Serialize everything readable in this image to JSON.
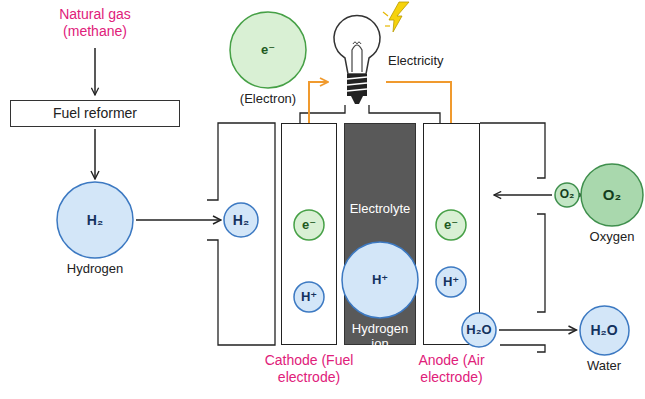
{
  "diagram": {
    "nodes": [
      {
        "text": [
          "Fuel reformer"
        ]
      },
      {
        "text": [
          "H₂",
          "Hydrogen"
        ]
      },
      {
        "text": [
          "e⁻",
          "(Electron)"
        ]
      },
      {
        "text": [
          "Electricity"
        ]
      },
      {
        "text": [
          "H₂"
        ]
      },
      {
        "text": [
          "Cathode (Fuel electrode)"
        ]
      },
      {
        "text": [
          "e⁻"
        ],
        "in": 5
      },
      {
        "text": [
          "H⁺"
        ],
        "in": 5
      },
      {
        "text": [
          "Electrolyte"
        ]
      },
      {
        "text": [
          "H⁺",
          "Hydrogen ion"
        ],
        "in": 8
      },
      {
        "text": [
          "Anode (Air electrode)"
        ]
      },
      {
        "text": [
          "e⁻"
        ],
        "in": 10
      },
      {
        "text": [
          "H⁺"
        ],
        "in": 10
      },
      {
        "text": [
          "H₂O"
        ],
        "in": 10
      },
      {
        "text": [
          "O₂"
        ]
      },
      {
        "text": [
          "O₂",
          "Oxygen"
        ]
      },
      {
        "text": [
          "H₂O",
          "Water"
        ]
      }
    ],
    "edges": [
      {
        "from": 0,
        "to": 1,
        "arrow": "to"
      },
      {
        "from": 1,
        "to": 4,
        "arrow": "to"
      },
      {
        "from": 6,
        "to": 3,
        "arrow": "to"
      },
      {
        "from": 3,
        "to": 11,
        "arrow": "to"
      },
      {
        "from": 15,
        "to": 14,
        "arrow": "to"
      },
      {
        "from": 13,
        "to": 16,
        "arrow": "to"
      }
    ],
    "labels": [
      "Natural gas (methane)"
    ]
  }
}
